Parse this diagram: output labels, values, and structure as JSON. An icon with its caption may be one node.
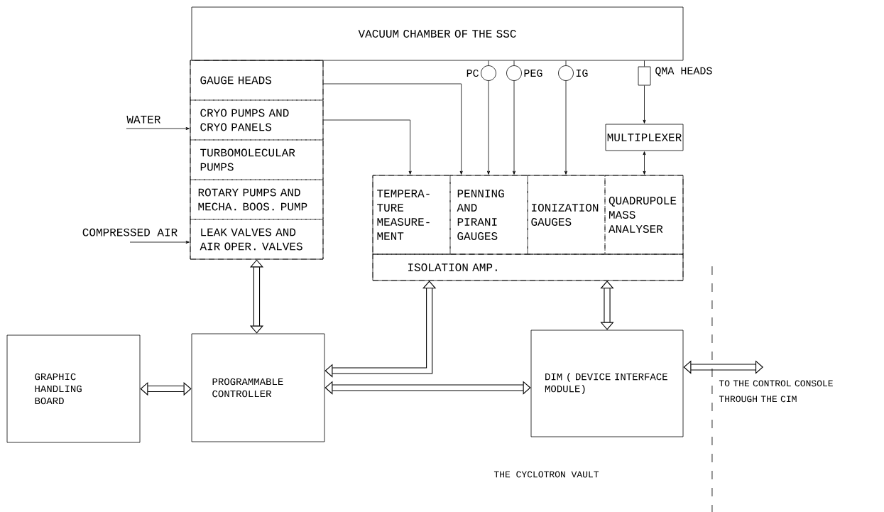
{
  "diagram": {
    "nodes": [
      {
        "text": [
          "VACUUM CHAMBER OF THE SSC"
        ]
      },
      {
        "text": [],
        "shape": "box"
      },
      {
        "text": [
          "GAUGE HEADS"
        ],
        "in": 1
      },
      {
        "text": [
          "CRYO PUMPS AND CRYO PANELS"
        ],
        "in": 1
      },
      {
        "text": [
          "TURBOMOLECULAR PUMPS"
        ],
        "in": 1
      },
      {
        "text": [
          "ROTARY PUMPS AND MECHA. BOOS. PUMP"
        ],
        "in": 1
      },
      {
        "text": [
          "LEAK VALVES AND AIR OPER. VALVES"
        ],
        "in": 1
      },
      {
        "text": [
          "WATER"
        ]
      },
      {
        "text": [
          "COMPRESSED AIR"
        ]
      },
      {
        "text": [],
        "shape": "circle",
        "beside": [
          "PC"
        ]
      },
      {
        "text": [],
        "shape": "circle",
        "beside": [
          "PEG"
        ]
      },
      {
        "text": [],
        "shape": "circle",
        "beside": [
          "IG"
        ]
      },
      {
        "text": [],
        "shape": "box",
        "beside": [
          "QMA HEADS"
        ]
      },
      {
        "text": [
          "MULTIPLEXER"
        ]
      },
      {
        "text": [],
        "shape": "box"
      },
      {
        "text": [
          "TEMPERA- TURE MEASURE- MENT"
        ],
        "in": 14
      },
      {
        "text": [
          "PENNING AND PIRANI GAUGES"
        ],
        "in": 14
      },
      {
        "text": [
          "IONIZATION GAUGES"
        ],
        "in": 14
      },
      {
        "text": [
          "QUADRUPOLE MASS ANALYSER"
        ],
        "in": 14
      },
      {
        "text": [
          "ISOLATION AMP."
        ],
        "in": 14
      },
      {
        "text": [
          "GRAPHIC HANDLING BOARD"
        ]
      },
      {
        "text": [
          "PROGRAMMABLE CONTROLLER"
        ]
      },
      {
        "text": [
          "DIM ( DEVICE INTERFACE MODULE)"
        ]
      },
      {
        "text": [
          "TO THE CONTROL CONSOLE THROUGH THE CIM"
        ]
      }
    ],
    "edges": [
      {
        "from": 7,
        "to": 3,
        "arrow": "to"
      },
      {
        "from": 8,
        "to": 6,
        "arrow": "to"
      },
      {
        "from": 2,
        "to": 16,
        "arrow": "to"
      },
      {
        "from": 3,
        "to": 15,
        "arrow": "to"
      },
      {
        "from": 0,
        "to": 9,
        "arrow": "none"
      },
      {
        "from": 0,
        "to": 10,
        "arrow": "none"
      },
      {
        "from": 0,
        "to": 11,
        "arrow": "none"
      },
      {
        "from": 0,
        "to": 12,
        "arrow": "none"
      },
      {
        "from": 9,
        "to": 16,
        "arrow": "to"
      },
      {
        "from": 10,
        "to": 16,
        "arrow": "to"
      },
      {
        "from": 11,
        "to": 17,
        "arrow": "to"
      },
      {
        "from": 12,
        "to": 13,
        "arrow": "to"
      },
      {
        "from": 13,
        "to": 18,
        "arrow": "both"
      },
      {
        "from": 1,
        "to": 21,
        "arrow": "both",
        "style": "thick"
      },
      {
        "from": 20,
        "to": 21,
        "arrow": "both",
        "style": "thick"
      },
      {
        "from": 19,
        "to": 21,
        "arrow": "both",
        "style": "thick"
      },
      {
        "from": 21,
        "to": 22,
        "arrow": "both",
        "style": "thick"
      },
      {
        "from": 19,
        "to": 22,
        "arrow": "both",
        "style": "thick"
      },
      {
        "from": 22,
        "to": 23,
        "arrow": "both",
        "style": "thick"
      }
    ],
    "labels": [
      "THE CYCLOTRON VAULT"
    ]
  }
}
